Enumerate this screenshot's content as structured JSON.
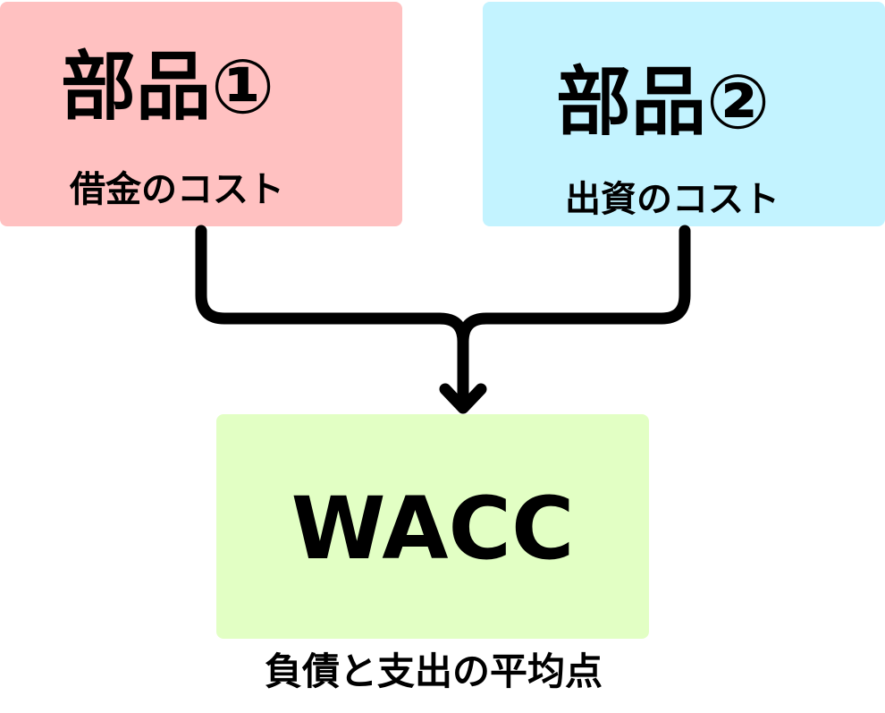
{
  "part1": {
    "title": "部品①",
    "subtitle": "借金のコスト",
    "color": "#FFC1C1"
  },
  "part2": {
    "title": "部品②",
    "subtitle": "出資のコスト",
    "color": "#C3F3FF"
  },
  "result": {
    "title": "WACC",
    "caption": "負債と支出の平均点",
    "color": "#E2FFC4"
  }
}
